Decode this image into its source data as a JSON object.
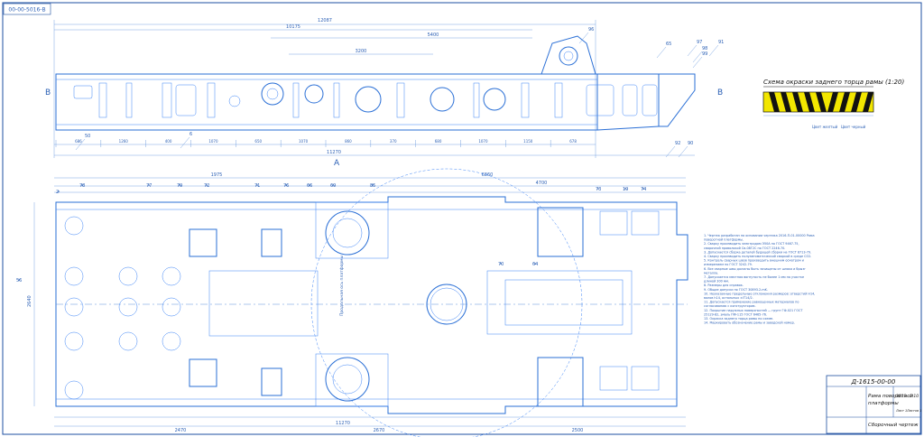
{
  "sheet": {
    "corner_designation": "00-00-5016-В",
    "drawing_number": "Д-1615-00-00",
    "title_line1": "Рама поворотной",
    "title_line2": "платформы",
    "title_line3": "Сборочный чертеж",
    "scale": "1:10",
    "mass": "3813",
    "sheet_label": "Лист 1",
    "sheets_label": "Листов 1"
  },
  "top_view": {
    "dims": {
      "overall": "12087",
      "span1": "10175",
      "span2": "5400",
      "span3": "3200",
      "bottom_total": "11270",
      "bottom_segments": [
        "686",
        "1260",
        "400",
        "1070",
        "650",
        "1070",
        "860",
        "370",
        "680",
        "1070",
        "1150",
        "678"
      ]
    },
    "callouts": [
      "96",
      "65",
      "97",
      "98",
      "99",
      "91",
      "92",
      "90",
      "50",
      "6"
    ],
    "section_labels": [
      "В",
      "В",
      "А"
    ]
  },
  "paint_scheme": {
    "title": "Схема окраски заднего торца рамы (1:20)",
    "colors": {
      "yellow": "#f2e600",
      "black": "#111111"
    },
    "legend_yellow": "Цвет желтый",
    "legend_black": "Цвет черный"
  },
  "plan_view": {
    "dims": {
      "overall": "6860",
      "span_left": "1975",
      "span_right": "4700",
      "left_side": "2640",
      "bottom_total": "11270",
      "bottom_left": "2470",
      "bottom_mid": "2670",
      "bottom_right": "2500"
    },
    "callouts": [
      "78",
      "77",
      "79",
      "72",
      "71",
      "76",
      "66",
      "69",
      "85",
      "73",
      "19",
      "74",
      "70",
      "64",
      "2",
      "56"
    ],
    "label_axis": "Продольная ось платформы"
  },
  "notes": [
    "1. Чертеж разработан на основании чертежа 2016-П-01-00000 Рама поворотной платформы.",
    "2. Сварку производить электродом Э50А по ГОСТ 9467-75, сварочной проволокой Св-08Г2С по ГОСТ 2246-70.",
    "3. Допускается сборка деталей будущей сборки на ГОСТ 8713-79.",
    "4. Сварку производить полуавтоматической сваркой в среде СО2.",
    "5. Контроль сварных швов производить внешним осмотром и измерением по ГОСТ 3242-79.",
    "6. Все сварные швы должны быть зачищены от шлака и брызг металла.",
    "7. Допускается местная вогнутость не более 1 мм на участке длиной 300 мм.",
    "8. Размеры для справок.",
    "9. Общие допуски по ГОСТ 30893.2-mK.",
    "10. Неуказанные предельные отклонения размеров: отверстий H14, валов h14, остальных ±IT14/2.",
    "11. Допускается применение равноценных материалов по согласованию с конструктором.",
    "12. Покрытие наружных поверхностей — грунт ГФ-021 ГОСТ 25129-82, эмаль ПФ-115 ГОСТ 6465-76.",
    "13. Окраска заднего торца рамы по схеме.",
    "14. Маркировать обозначение рамы и заводской номер."
  ]
}
